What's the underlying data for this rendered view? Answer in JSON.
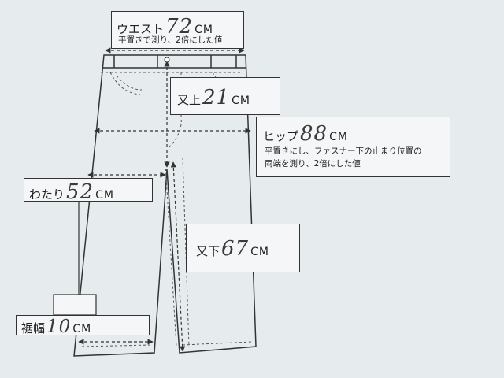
{
  "waist": {
    "label": "ウエスト",
    "value": "72",
    "unit": "CM",
    "note": "平置きで測り、2倍にした値"
  },
  "rise": {
    "label": "又上",
    "value": "21",
    "unit": "CM"
  },
  "hip": {
    "label": "ヒップ",
    "value": "88",
    "unit": "CM",
    "note_line1": "平置きにし、ファスナー下の止まり位置の",
    "note_line2": "両端を測り、2倍にした値"
  },
  "thigh": {
    "label": "わたり",
    "value": "52",
    "unit": "CM"
  },
  "inseam": {
    "label": "又下",
    "value": "67",
    "unit": "CM"
  },
  "hem": {
    "label": "裾幅",
    "value": "10",
    "unit": "CM"
  }
}
